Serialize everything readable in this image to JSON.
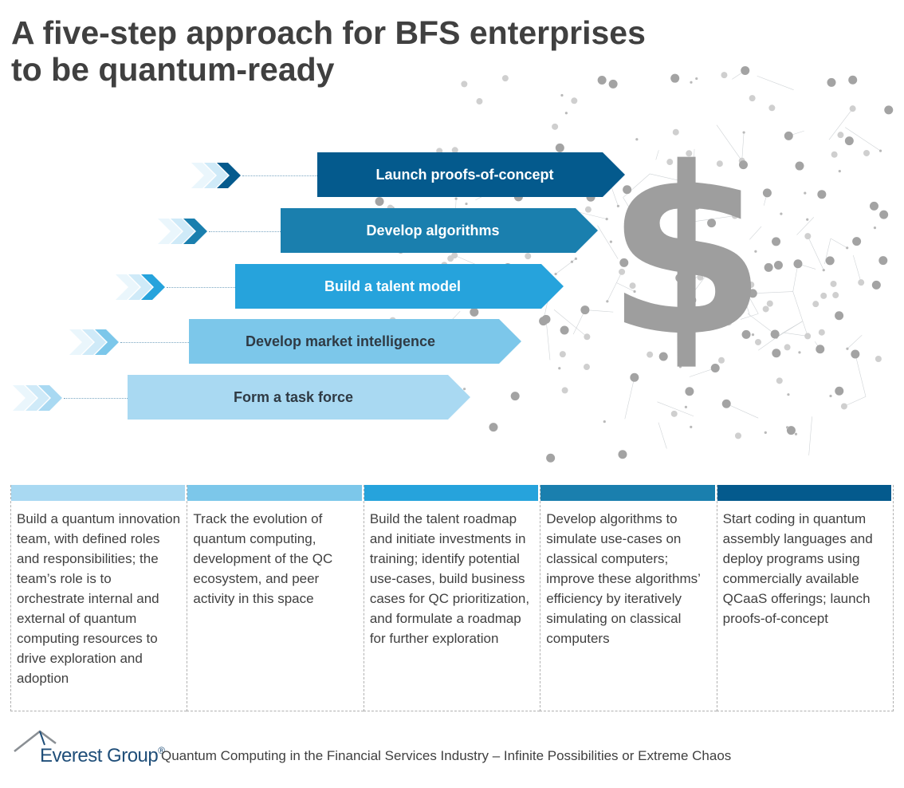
{
  "title": {
    "line1": "A five-step approach for BFS enterprises",
    "line2": "to be quantum-ready"
  },
  "colors": {
    "step1": "#a9d9f2",
    "step2": "#7cc7ea",
    "step3": "#26a3dc",
    "step4": "#1a7fae",
    "step5": "#045a8d"
  },
  "steps": [
    {
      "label": "Form a task force",
      "color": "#a9d9f2",
      "text_color": "#2f3a44"
    },
    {
      "label": "Develop market intelligence",
      "color": "#7cc7ea",
      "text_color": "#2f3a44"
    },
    {
      "label": "Build a talent model",
      "color": "#26a3dc",
      "text_color": "#ffffff"
    },
    {
      "label": "Develop algorithms",
      "color": "#1a7fae",
      "text_color": "#ffffff"
    },
    {
      "label": "Launch proofs-of-concept",
      "color": "#045a8d",
      "text_color": "#ffffff"
    }
  ],
  "central_icon": {
    "name": "dollar-sign-icon",
    "glyph": "$"
  },
  "columns": [
    {
      "color": "#a9d9f2",
      "text": "Build a quantum innovation team, with defined roles and responsibilities; the team’s role is to orchestrate internal and external of quantum computing resources to drive exploration and adoption"
    },
    {
      "color": "#7cc7ea",
      "text": "Track the evolution of quantum computing, development of  the QC ecosystem, and peer activity in this space"
    },
    {
      "color": "#26a3dc",
      "text": "Build the talent roadmap and initiate investments in training; identify potential use-cases, build business cases for QC prioritization, and formulate a  roadmap for further exploration"
    },
    {
      "color": "#1a7fae",
      "text": "Develop algorithms to simulate use-cases on classical computers; improve these algorithms’ efficiency by iteratively simulating on classical computers"
    },
    {
      "color": "#045a8d",
      "text": "Start coding in quantum assembly languages and deploy programs using commercially available QCaaS offerings; launch proofs-of-concept"
    }
  ],
  "footer": {
    "logo_text": "Everest Group",
    "logo_reg": "®",
    "report_title": "Quantum Computing in the Financial Services Industry – Infinite Possibilities or Extreme Chaos"
  }
}
